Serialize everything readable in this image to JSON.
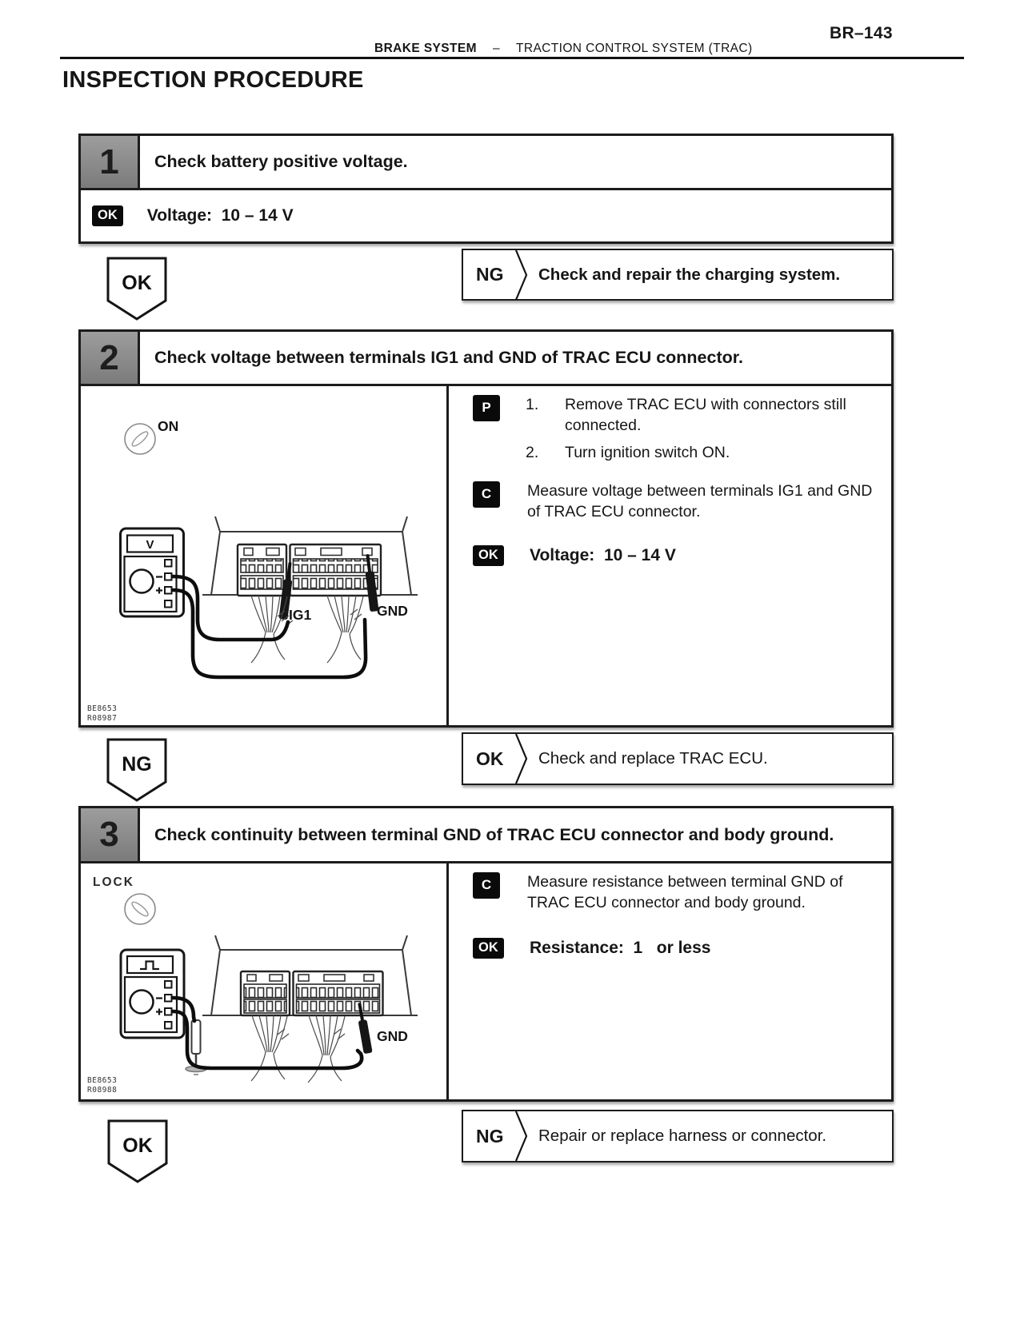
{
  "page": {
    "doc_code": "BR–143",
    "section": "BRAKE SYSTEM",
    "separator": "–",
    "subsection": "TRACTION CONTROL SYSTEM (TRAC)",
    "title": "INSPECTION PROCEDURE"
  },
  "badges": {
    "prepare": "P",
    "check": "C",
    "ok": "OK"
  },
  "step1": {
    "number": "1",
    "title": "Check battery positive voltage.",
    "ok_spec": "Voltage:  10 – 14 V",
    "arrow_label": "OK",
    "branch_label": "NG",
    "branch_text": "Check and repair the charging system."
  },
  "step2": {
    "number": "2",
    "title": "Check voltage between terminals IG1 and GND of TRAC ECU connector.",
    "prep_item1_num": "1.",
    "prep_item1": "Remove TRAC ECU with connectors still connected.",
    "prep_item2_num": "2.",
    "prep_item2": "Turn ignition switch ON.",
    "check_text": "Measure voltage between terminals IG1 and GND of TRAC ECU connector.",
    "ok_spec": "Voltage:  10 – 14 V",
    "figure": {
      "switch_position": "ON",
      "meter_display": "V",
      "terminal_label_1": "IG1",
      "terminal_label_2": "GND",
      "code_line1": "BE8653",
      "code_line2": "R08987"
    },
    "arrow_label": "NG",
    "branch_label": "OK",
    "branch_text": "Check and replace TRAC ECU."
  },
  "step3": {
    "number": "3",
    "title": "Check continuity between terminal GND of TRAC ECU connector and body ground.",
    "check_text": "Measure resistance between terminal GND of TRAC ECU connector and body ground.",
    "ok_spec": "Resistance:  1   or less",
    "figure": {
      "switch_position": "LOCK",
      "terminal_label": "GND",
      "code_line1": "BE8653",
      "code_line2": "R08988"
    },
    "arrow_label": "OK",
    "branch_label": "NG",
    "branch_text": "Repair or replace harness or connector."
  }
}
